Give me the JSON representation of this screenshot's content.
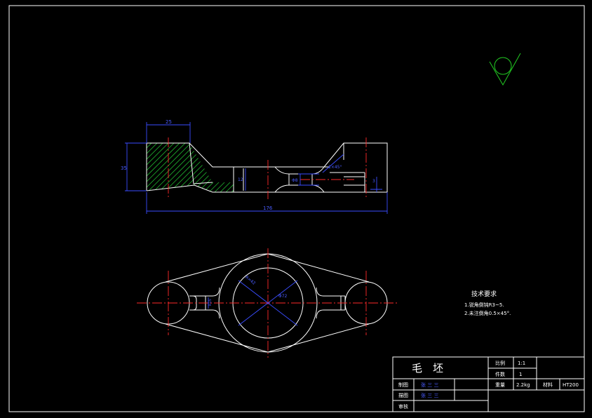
{
  "colors": {
    "background": "#000000",
    "outline": "#ffffff",
    "center_line": "#ff2a2a",
    "dimension": "#3a4dff",
    "hatch": "#1fae2e",
    "surface_symbol": "#22cc22"
  },
  "dimensions": {
    "top_width": "25",
    "height": "35",
    "overall_length": "176",
    "slot_height": "12",
    "hole": "Φ8",
    "chamfer": "1×45°",
    "small": "3",
    "ring_outer": "R=42",
    "ring_inner": "Φ72",
    "neck": "R15"
  },
  "tech_requirements": {
    "title": "技术要求",
    "item1": "1.锐角倒钝R3~5.",
    "item2": "2.未注倒角0.5×45°."
  },
  "title_block": {
    "part_name": "毛　坯",
    "scale_label": "比例",
    "scale_value": "1:1",
    "qty_label": "件数",
    "qty_value": "1",
    "weight_label": "重量",
    "weight_value": "2.2kg",
    "material_label": "材料",
    "material_value": "HT200",
    "drawn_label": "制图",
    "drawn_value": "张 三 三",
    "design_label": "描图",
    "design_value": "张 三 三",
    "check_label": "审核"
  }
}
